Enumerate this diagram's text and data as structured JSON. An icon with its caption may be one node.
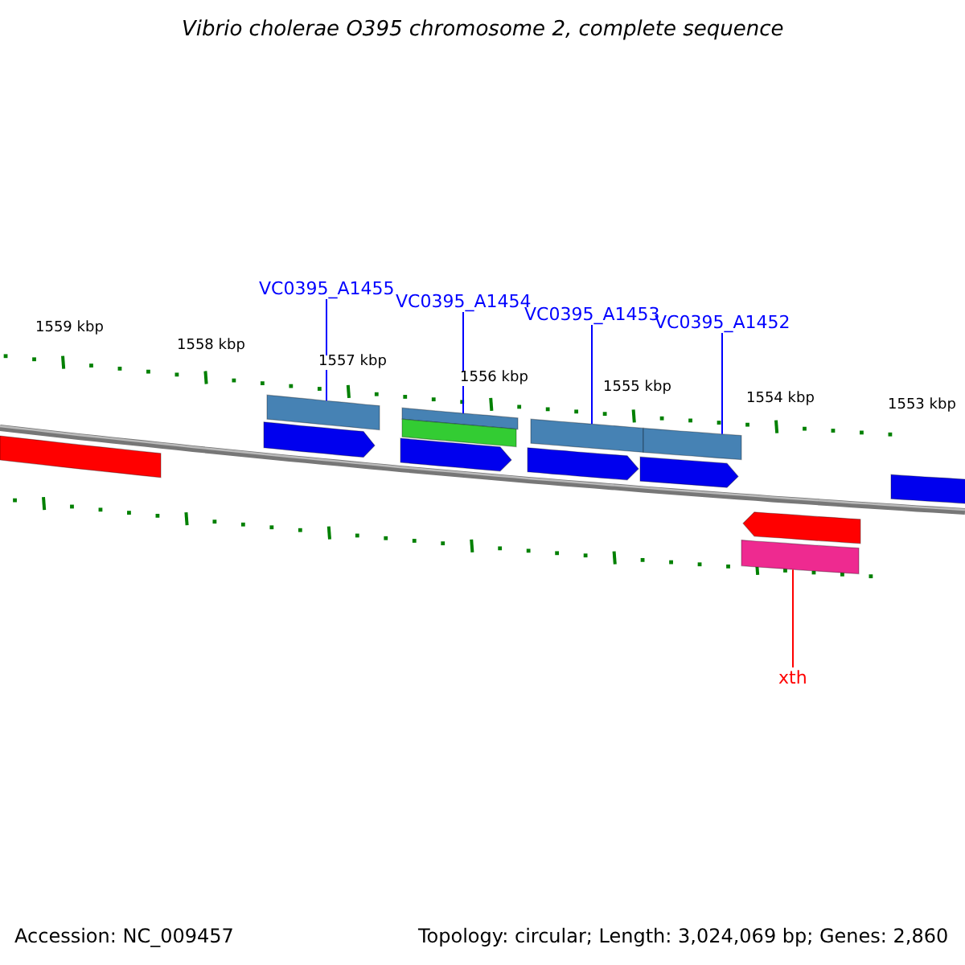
{
  "diagram": {
    "title": "Vibrio cholerae O395 chromosome 2, complete sequence",
    "nodes": [
      {
        "text": [
          "VC0395_A1455"
        ]
      },
      {
        "text": [
          "VC0395_A1454"
        ]
      },
      {
        "text": [
          "VC0395_A1453"
        ]
      },
      {
        "text": [
          "VC0395_A1452"
        ]
      },
      {
        "text": [
          "xth"
        ]
      },
      {
        "text": [],
        "shape": "bar"
      },
      {
        "text": [],
        "shape": "bar"
      },
      {
        "text": [],
        "shape": "bar"
      },
      {
        "text": [],
        "shape": "bar"
      },
      {
        "text": [],
        "shape": "bar"
      },
      {
        "text": [],
        "shape": "bar"
      },
      {
        "text": [],
        "shape": "arrow"
      },
      {
        "text": [],
        "shape": "bar"
      },
      {
        "text": [],
        "shape": "arrow"
      },
      {
        "text": [],
        "shape": "arrow"
      },
      {
        "text": [],
        "shape": "arrow"
      },
      {
        "text": [],
        "shape": "bar"
      },
      {
        "text": [],
        "shape": "arrow"
      }
    ],
    "edges": [
      {
        "from": 0,
        "to": 5,
        "arrow": "none"
      },
      {
        "from": 1,
        "to": 6,
        "arrow": "none"
      },
      {
        "from": 2,
        "to": 7,
        "arrow": "none"
      },
      {
        "from": 3,
        "to": 8,
        "arrow": "none"
      },
      {
        "from": 4,
        "to": 9,
        "arrow": "none",
        "color": "#ff0000"
      }
    ],
    "labels": [
      "1559 kbp",
      "1558 kbp",
      "1557 kbp",
      "1556 kbp",
      "1555 kbp",
      "1554 kbp",
      "1553 kbp",
      "Accession: NC_009457",
      "Topology: circular; Length: 3,024,069 bp; Genes: 2,860"
    ]
  }
}
